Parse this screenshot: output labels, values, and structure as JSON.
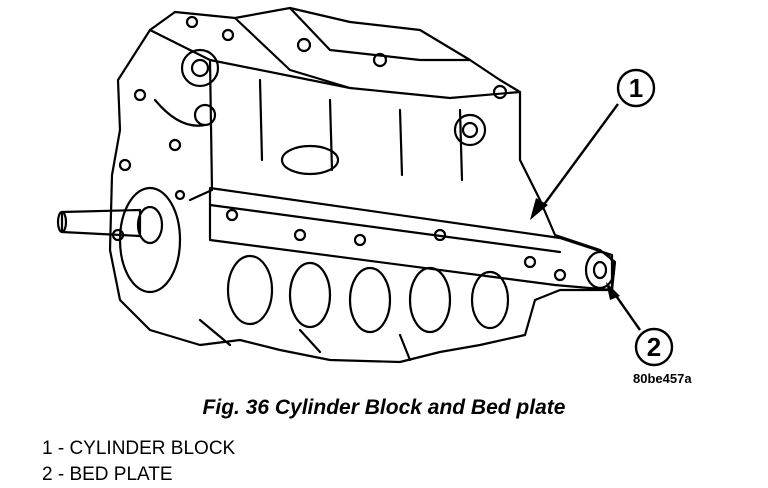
{
  "figure": {
    "callouts": [
      {
        "number": "1"
      },
      {
        "number": "2"
      }
    ],
    "reference_code": "80be457a",
    "caption": "Fig. 36 Cylinder Block and Bed plate",
    "legend": [
      {
        "text": "1 - CYLINDER BLOCK"
      },
      {
        "text": "2 - BED PLATE"
      }
    ]
  }
}
